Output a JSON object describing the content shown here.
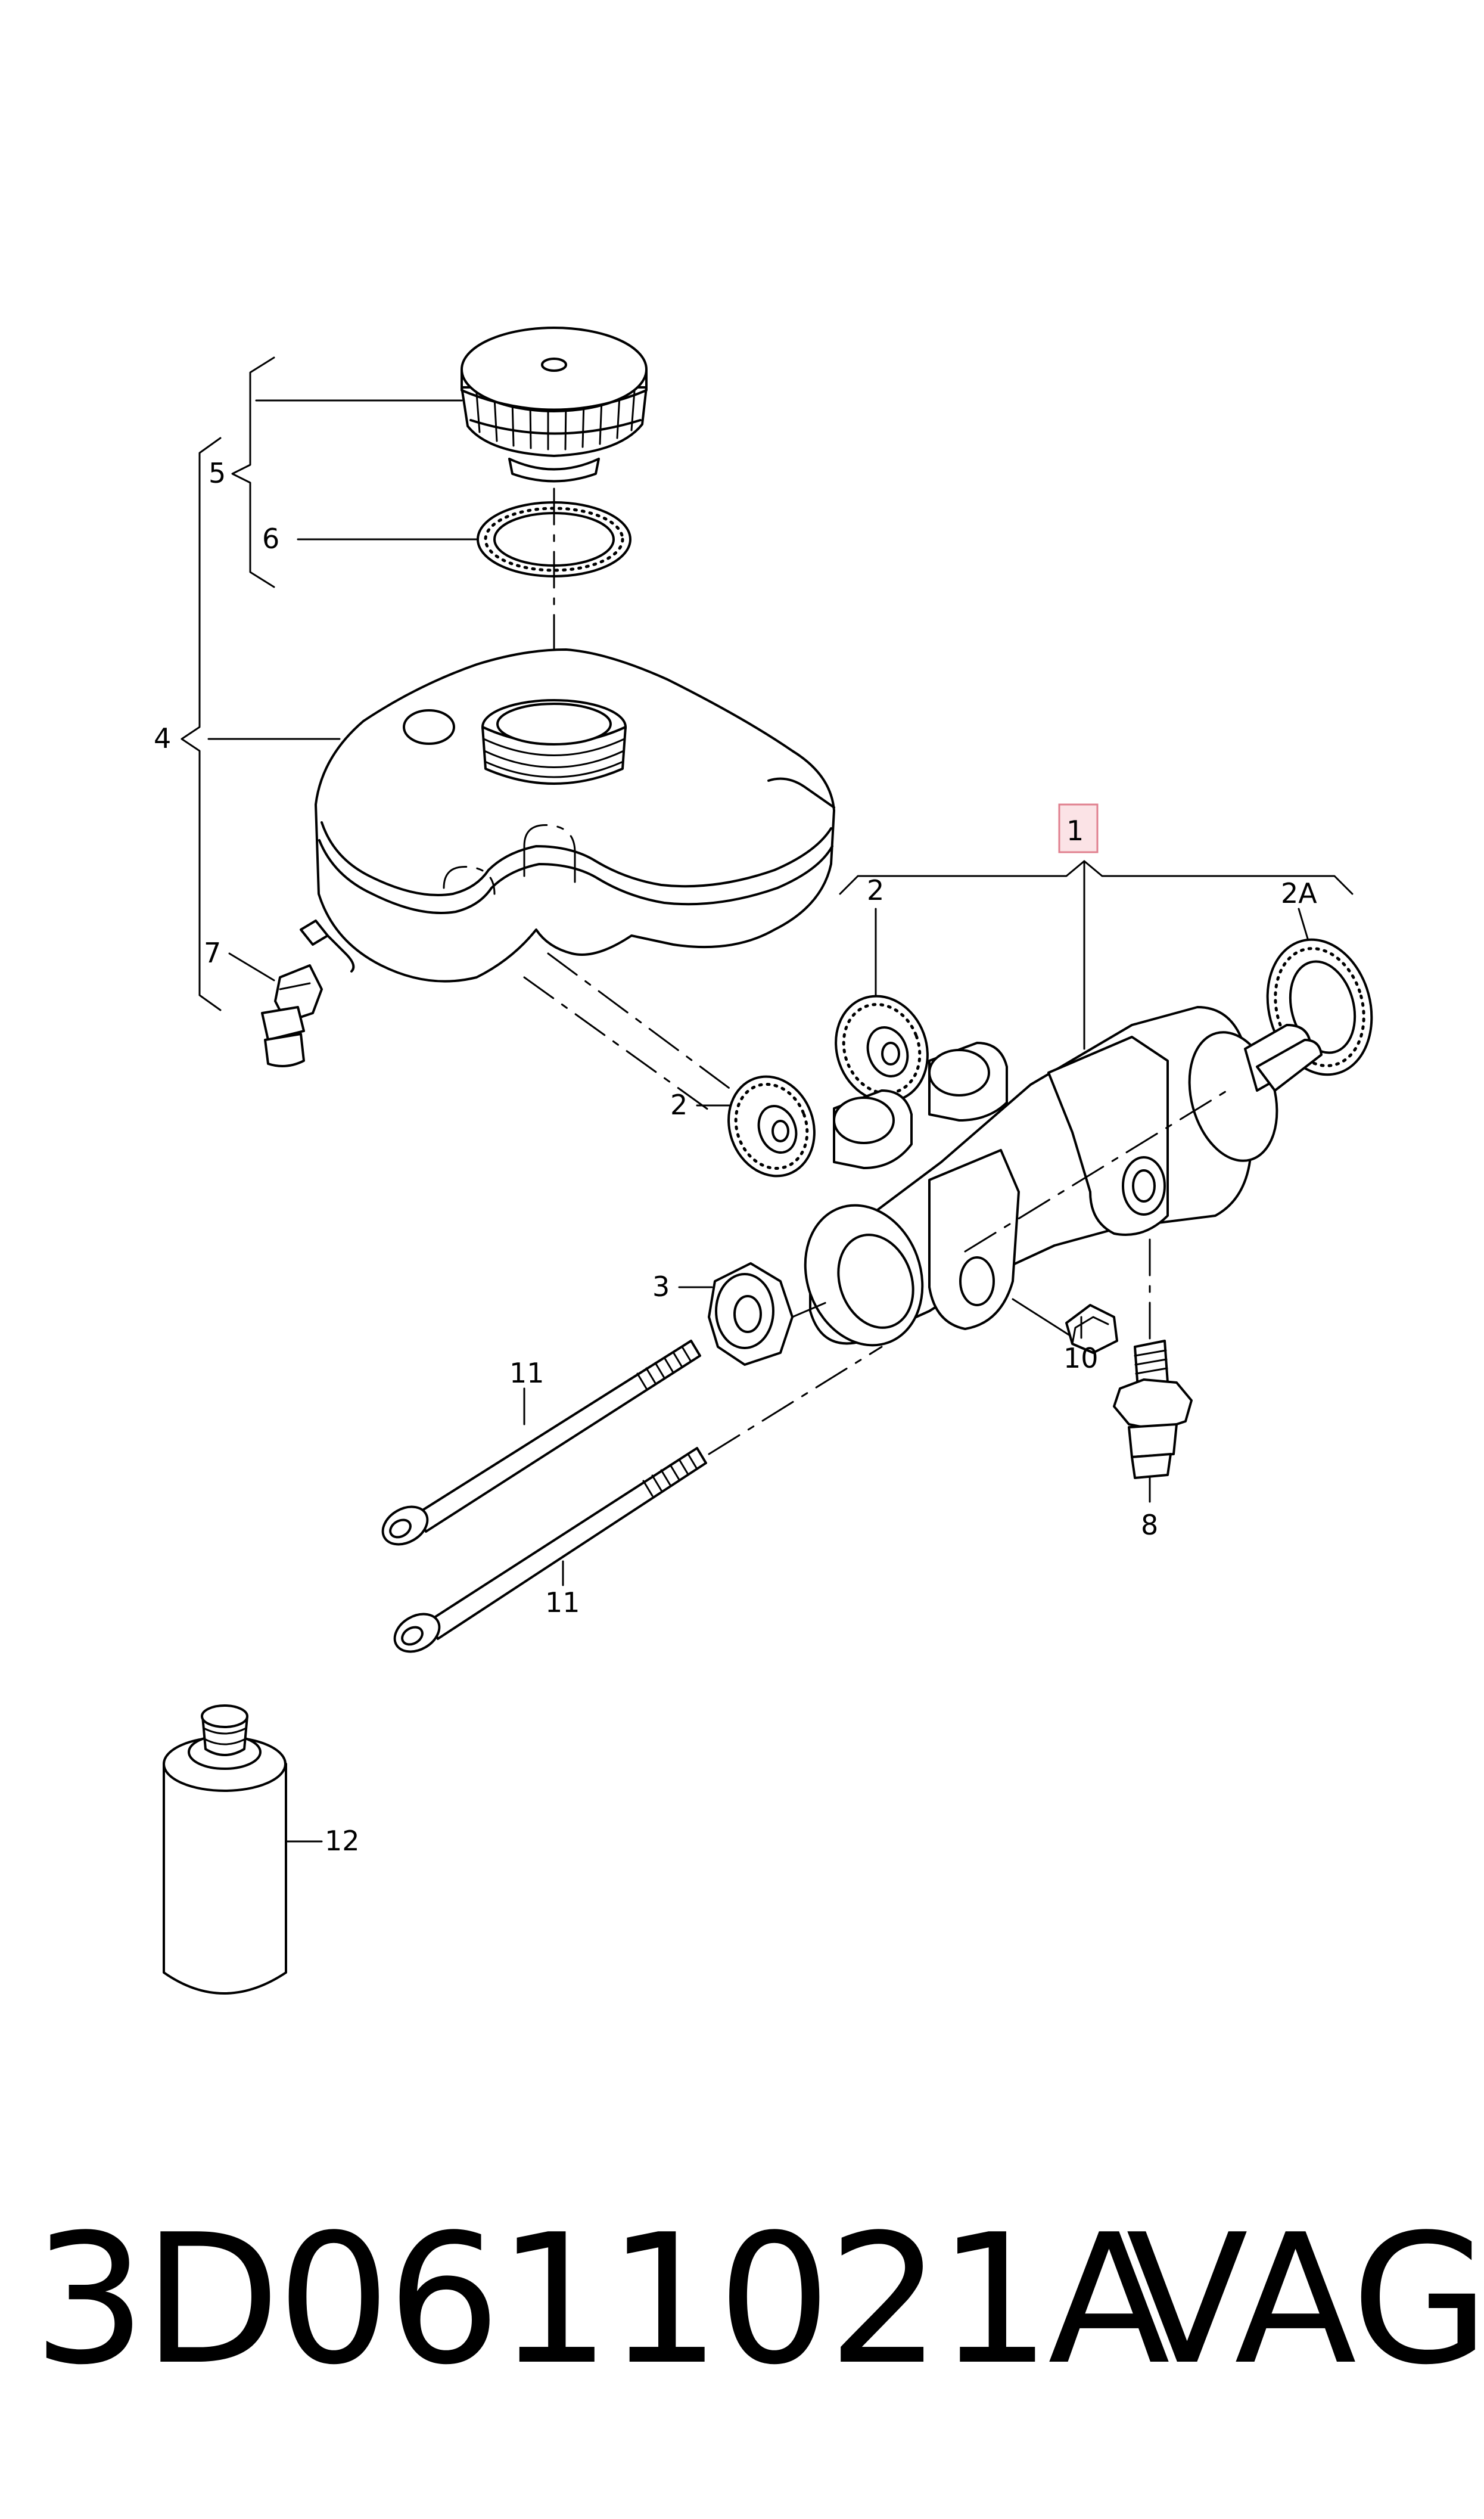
{
  "callouts": {
    "c1": "1",
    "c2a": "2",
    "c2b": "2",
    "c2A": "2A",
    "c3": "3",
    "c4": "4",
    "c5": "5",
    "c6": "6",
    "c7": "7",
    "c8": "8",
    "c10": "10",
    "c11a": "11",
    "c11b": "11",
    "c12": "12"
  },
  "highlighted_callout": "1",
  "colors": {
    "highlight_fill": "#fbe3e6",
    "highlight_stroke": "#e0808f"
  },
  "footer": {
    "part_number": "3D0611021A",
    "brand": "VAG"
  }
}
